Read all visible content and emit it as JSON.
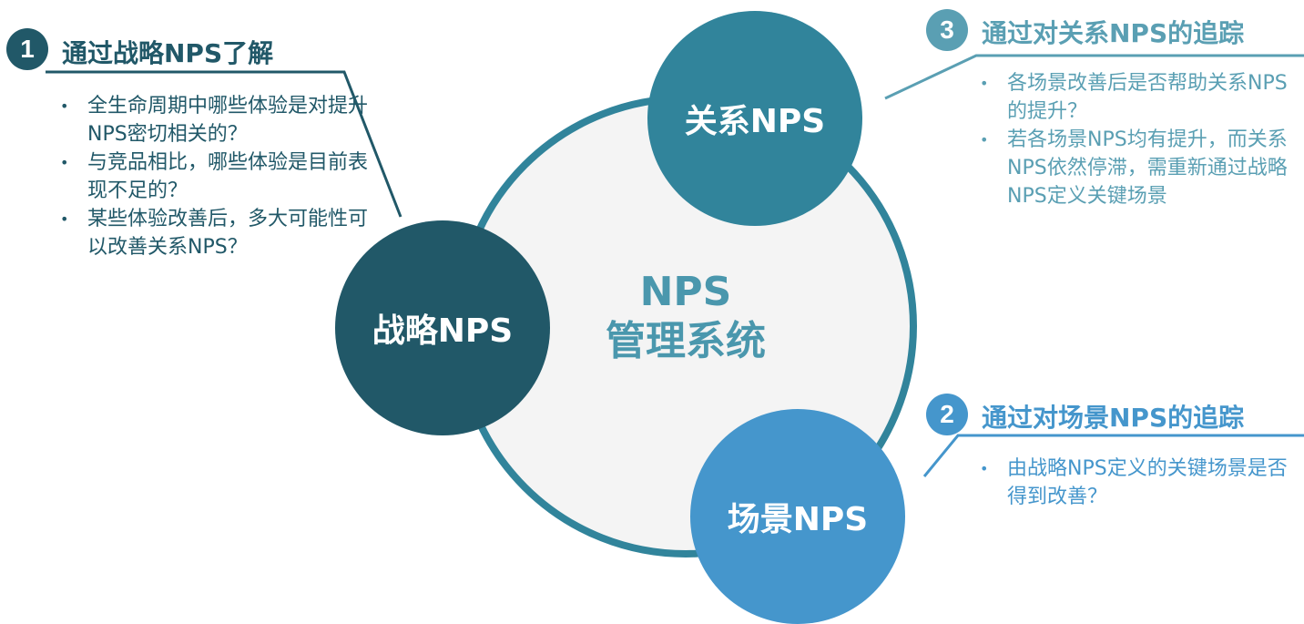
{
  "colors": {
    "dark": "#215868",
    "mid": "#31849b",
    "light": "#5a9fb3",
    "blue": "#4596cc",
    "hub_fill": "#f4f4f4"
  },
  "hub": {
    "line1": "NPS",
    "line2": "管理系统"
  },
  "circles": {
    "strategic": "战略NPS",
    "relationship": "关系NPS",
    "scenario": "场景NPS"
  },
  "sections": [
    {
      "number": "1",
      "title": "通过战略NPS了解",
      "bullets": [
        "全生命周期中哪些体验是对提升NPS密切相关的？",
        "与竞品相比，哪些体验是目前表现不足的？",
        "某些体验改善后，多大可能性可以改善关系NPS？"
      ]
    },
    {
      "number": "2",
      "title": "通过对场景NPS的追踪",
      "bullets": [
        "由战略NPS定义的关键场景是否得到改善？"
      ]
    },
    {
      "number": "3",
      "title": "通过对关系NPS的追踪",
      "bullets": [
        "各场景改善后是否帮助关系NPS的提升？",
        "若各场景NPS均有提升，而关系NPS依然停滞，需重新通过战略NPS定义关键场景"
      ]
    }
  ]
}
